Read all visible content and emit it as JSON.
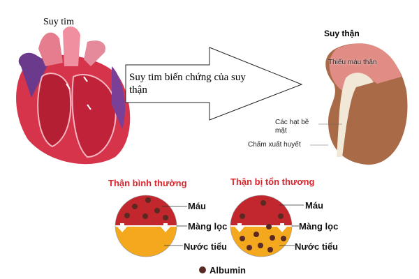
{
  "heart": {
    "title": "Suy tim"
  },
  "arrow": {
    "text": "Suy tim biến chứng của suy thận"
  },
  "kidney": {
    "title": "Suy thận",
    "labels": [
      "Thiếu máu thận",
      "Các hạt bề mặt",
      "Chấm xuất huyết"
    ]
  },
  "normal": {
    "title": "Thận bình thường",
    "labels": [
      "Máu",
      "Màng lọc",
      "Nước tiểu"
    ]
  },
  "damaged": {
    "title": "Thận bị tổn thương",
    "labels": [
      "Máu",
      "Màng lọc",
      "Nước tiểu"
    ]
  },
  "legend": {
    "label": "Albumin"
  },
  "colors": {
    "blood": "#c1272d",
    "urine": "#f4a81d",
    "albumin": "#5a2a22",
    "title_red": "#d8262e"
  }
}
